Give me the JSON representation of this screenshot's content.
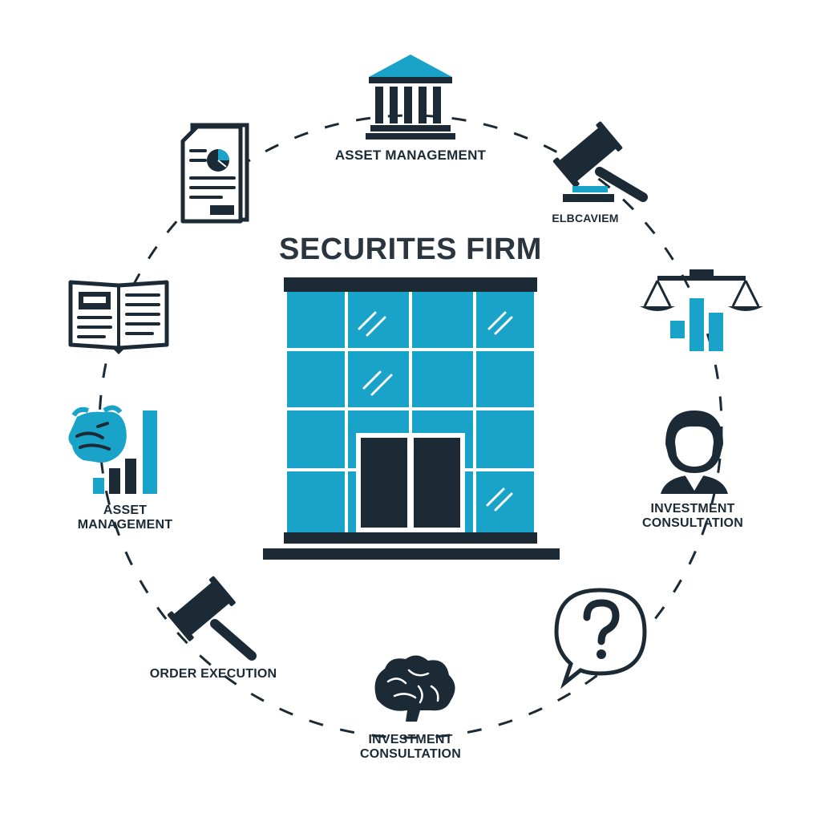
{
  "title": "SECURITES FIRM",
  "labels": {
    "asset_management_top": "ASSET MANAGEMENT",
    "top_right": "ELBCAVIEM",
    "investment_consultation_right_1": "INVESTMENT",
    "investment_consultation_right_2": "CONSULTATION",
    "investment_consultation_bottom_1": "INVESTMENT",
    "investment_consultation_bottom_2": "CONSULTATION",
    "order_execution": "ORDER EXECUTION",
    "asset_management_left_1": "ASSET",
    "asset_management_left_2": "MANAGEMENT"
  },
  "colors": {
    "dark": "#1b2a35",
    "accent": "#1aa3c8",
    "glass_line": "#ffffff"
  },
  "icons": {
    "top": "bank-building-icon",
    "top_right": "gavel-icon",
    "right": "balance-scale-chart-icon",
    "right_lower": "person-avatar-icon",
    "bottom_right": "question-speech-bubble-icon",
    "bottom": "brain-icon",
    "bottom_left": "gavel-icon",
    "left_lower": "bull-bar-chart-icon",
    "left": "open-book-icon",
    "top_left": "report-document-icon"
  }
}
